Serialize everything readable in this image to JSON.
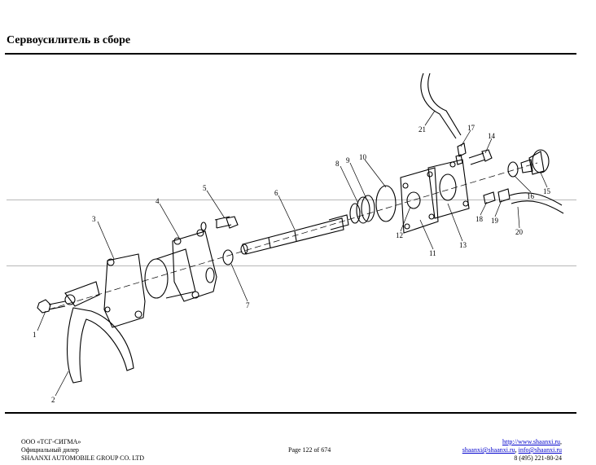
{
  "header": {
    "title": "Сервоусилитель в сборе"
  },
  "callouts": [
    "1",
    "2",
    "3",
    "4",
    "5",
    "6",
    "7",
    "8",
    "9",
    "10",
    "11",
    "12",
    "13",
    "14",
    "15",
    "16",
    "17",
    "18",
    "19",
    "20",
    "21"
  ],
  "footer": {
    "company": "ООО «ТСГ-СИГМА»",
    "dealer": "Официальный дилер",
    "manufacturer": "SHAANXI AUTOMOBILE GROUP CO. LTD",
    "page": "Page 122 of 674",
    "website": "http://www.shaanxi.ru",
    "email1": "shaanxi@shaanxi.ru",
    "email2": "info@shaanxi.ru",
    "phone": "8 (495) 221-80-24"
  }
}
